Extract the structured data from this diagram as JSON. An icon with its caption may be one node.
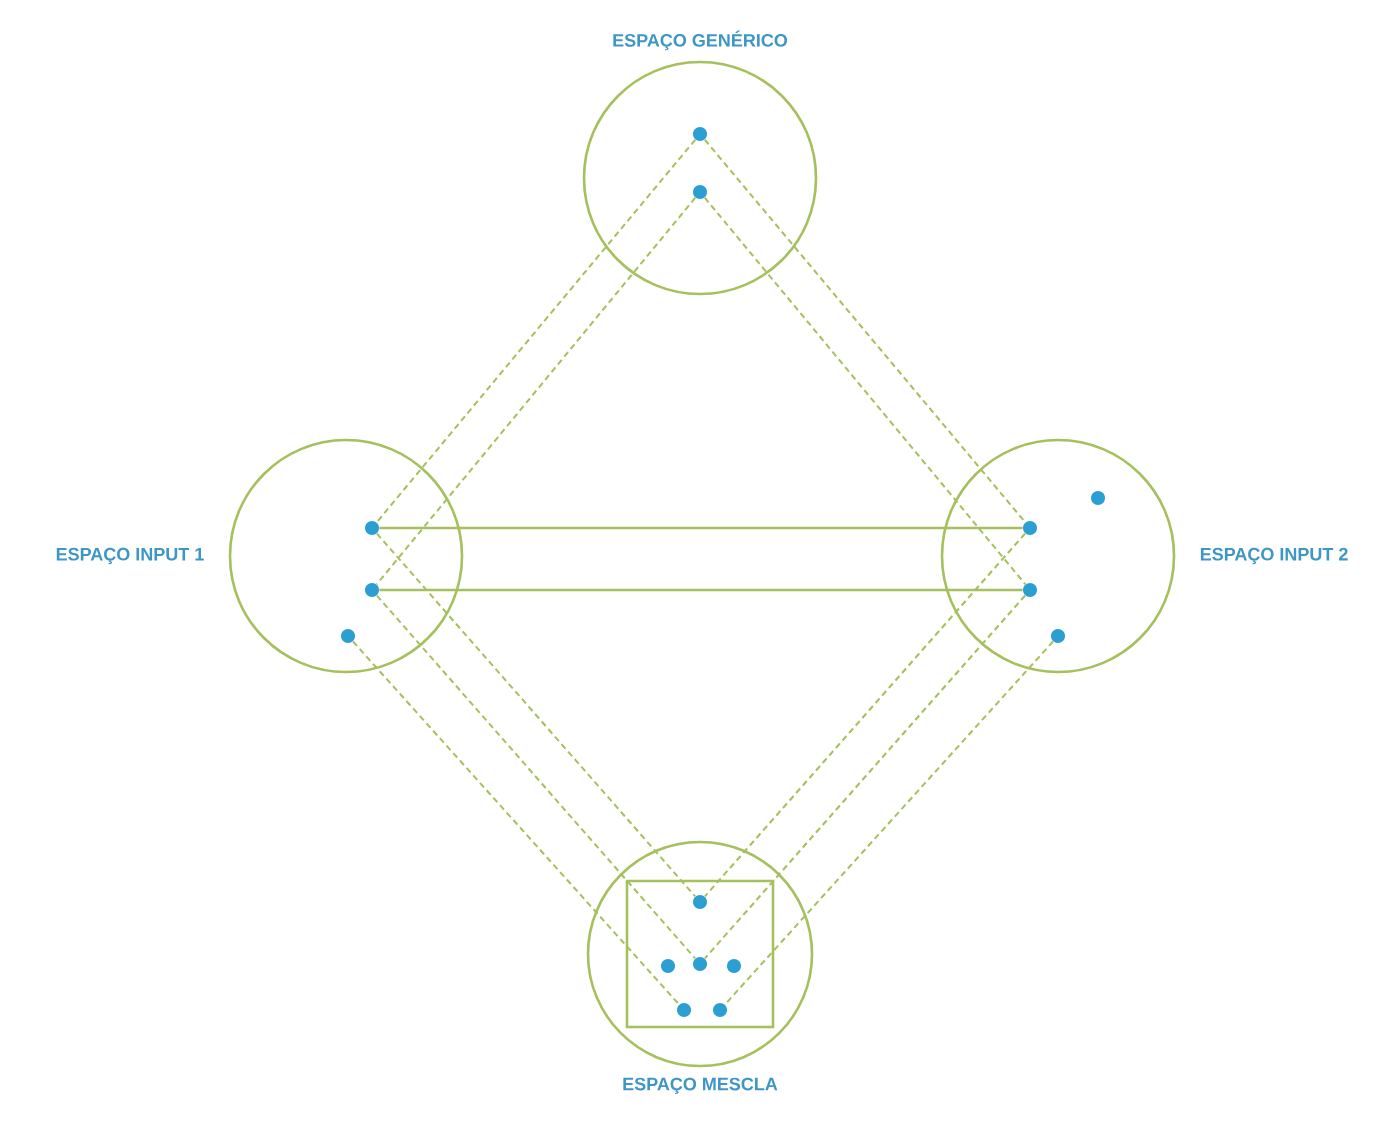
{
  "diagram": {
    "nodes": [
      {
        "text": [
          "ESPAÇO GENÉRICO"
        ]
      },
      {
        "text": [],
        "shape": "circle",
        "in": 0
      },
      {
        "text": [],
        "shape": "circle",
        "in": 0
      },
      {
        "text": [
          "ESPAÇO INPUT 1"
        ]
      },
      {
        "text": [],
        "shape": "circle",
        "in": 3
      },
      {
        "text": [],
        "shape": "circle",
        "in": 3
      },
      {
        "text": [],
        "shape": "circle",
        "in": 3
      },
      {
        "text": [
          "ESPAÇO INPUT 2"
        ]
      },
      {
        "text": [],
        "shape": "circle",
        "in": 7
      },
      {
        "text": [],
        "shape": "circle",
        "in": 7
      },
      {
        "text": [],
        "shape": "circle",
        "in": 7
      },
      {
        "text": [],
        "shape": "circle",
        "in": 7
      },
      {
        "text": [
          "ESPAÇO MESCLA"
        ]
      },
      {
        "text": [],
        "shape": "box",
        "in": 12
      },
      {
        "text": [],
        "shape": "circle",
        "in": 13
      },
      {
        "text": [],
        "shape": "circle",
        "in": 13
      },
      {
        "text": [],
        "shape": "circle",
        "in": 13
      },
      {
        "text": [],
        "shape": "circle",
        "in": 13
      },
      {
        "text": [],
        "shape": "circle",
        "in": 13
      },
      {
        "text": [],
        "shape": "circle",
        "in": 13
      }
    ],
    "edges": [
      {
        "from": 1,
        "to": 4,
        "arrow": "none",
        "style": "dashed"
      },
      {
        "from": 2,
        "to": 5,
        "arrow": "none",
        "style": "dashed"
      },
      {
        "from": 1,
        "to": 9,
        "arrow": "none",
        "style": "dashed"
      },
      {
        "from": 2,
        "to": 10,
        "arrow": "none",
        "style": "dashed"
      },
      {
        "from": 4,
        "to": 9,
        "arrow": "none"
      },
      {
        "from": 5,
        "to": 10,
        "arrow": "none"
      },
      {
        "from": 4,
        "to": 14,
        "arrow": "none",
        "style": "dashed"
      },
      {
        "from": 5,
        "to": 16,
        "arrow": "none",
        "style": "dashed"
      },
      {
        "from": 6,
        "to": 18,
        "arrow": "none",
        "style": "dashed"
      },
      {
        "from": 9,
        "to": 14,
        "arrow": "none",
        "style": "dashed"
      },
      {
        "from": 10,
        "to": 16,
        "arrow": "none",
        "style": "dashed"
      },
      {
        "from": 11,
        "to": 19,
        "arrow": "none",
        "style": "dashed"
      }
    ]
  }
}
